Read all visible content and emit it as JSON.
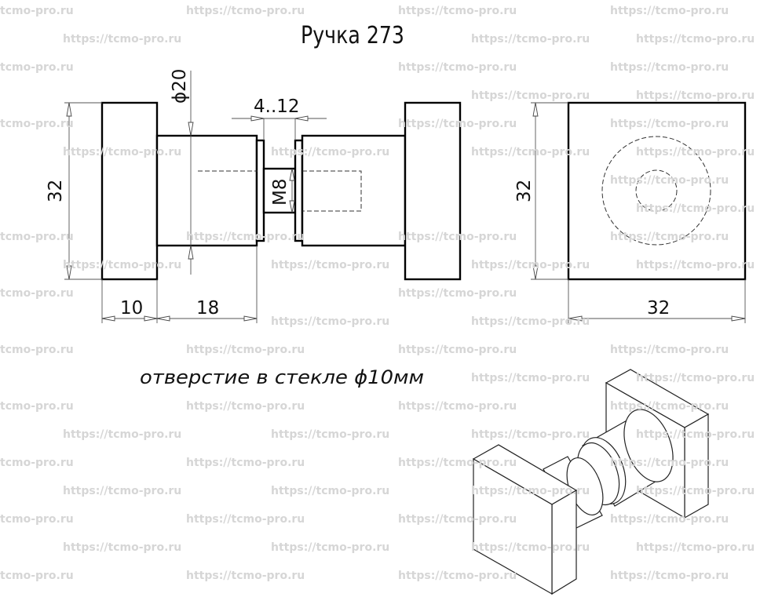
{
  "watermark": {
    "long": "https://tcmo-pro.ru",
    "short": "tcmo-pro.ru"
  },
  "title": "Ручка 273",
  "dimensions": {
    "diameter_body": "ϕ20",
    "glass_thickness": "4..12",
    "height_left": "32",
    "thread": "M8",
    "knob_width": "10",
    "body_length": "18",
    "height_right": "32",
    "width_right": "32"
  },
  "note": "отверстие в стекле ϕ10мм"
}
